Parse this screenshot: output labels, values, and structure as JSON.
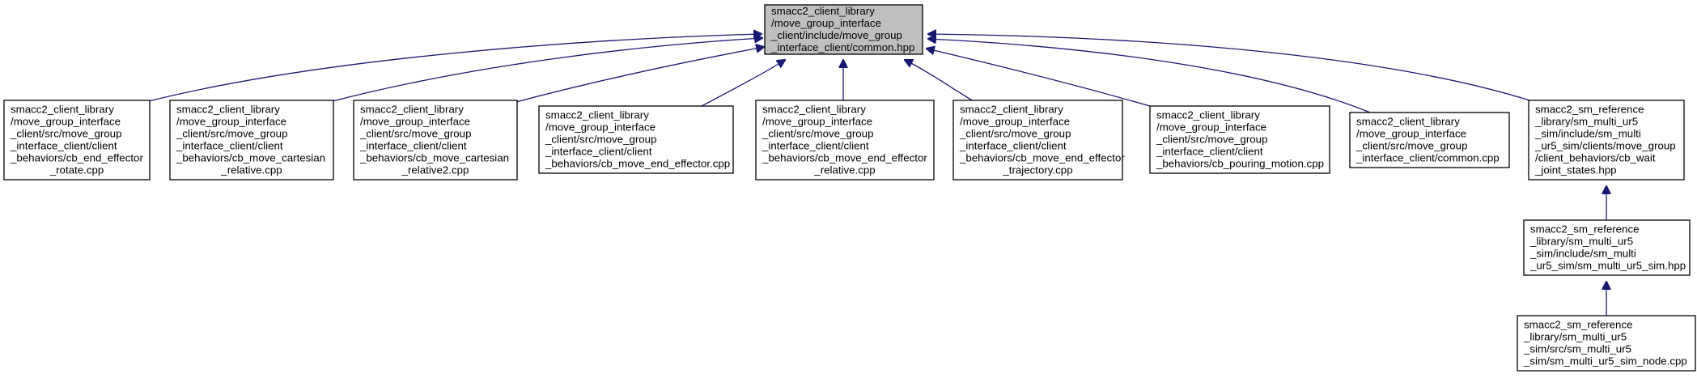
{
  "graph": {
    "root": {
      "id": "root",
      "lines": [
        "smacc2_client_library",
        "/move_group_interface",
        "_client/include/move_group",
        "_interface_client/common.hpp"
      ],
      "fill": "#bfbfbf"
    },
    "nodes": [
      {
        "id": "n1",
        "lines": [
          "smacc2_client_library",
          "/move_group_interface",
          "_client/src/move_group",
          "_interface_client/client",
          "_behaviors/cb_end_effector",
          "_rotate.cpp"
        ]
      },
      {
        "id": "n2",
        "lines": [
          "smacc2_client_library",
          "/move_group_interface",
          "_client/src/move_group",
          "_interface_client/client",
          "_behaviors/cb_move_cartesian",
          "_relative.cpp"
        ]
      },
      {
        "id": "n3",
        "lines": [
          "smacc2_client_library",
          "/move_group_interface",
          "_client/src/move_group",
          "_interface_client/client",
          "_behaviors/cb_move_cartesian",
          "_relative2.cpp"
        ]
      },
      {
        "id": "n4",
        "lines": [
          "smacc2_client_library",
          "/move_group_interface",
          "_client/src/move_group",
          "_interface_client/client",
          "_behaviors/cb_move_end_effector.cpp"
        ]
      },
      {
        "id": "n5",
        "lines": [
          "smacc2_client_library",
          "/move_group_interface",
          "_client/src/move_group",
          "_interface_client/client",
          "_behaviors/cb_move_end_effector",
          "_relative.cpp"
        ]
      },
      {
        "id": "n6",
        "lines": [
          "smacc2_client_library",
          "/move_group_interface",
          "_client/src/move_group",
          "_interface_client/client",
          "_behaviors/cb_move_end_effector",
          "_trajectory.cpp"
        ]
      },
      {
        "id": "n7",
        "lines": [
          "smacc2_client_library",
          "/move_group_interface",
          "_client/src/move_group",
          "_interface_client/client",
          "_behaviors/cb_pouring_motion.cpp"
        ]
      },
      {
        "id": "n8",
        "lines": [
          "smacc2_client_library",
          "/move_group_interface",
          "_client/src/move_group",
          "_interface_client/common.cpp"
        ]
      },
      {
        "id": "n9",
        "lines": [
          "smacc2_sm_reference",
          "_library/sm_multi_ur5",
          "_sim/include/sm_multi",
          "_ur5_sim/clients/move_group",
          "/client_behaviors/cb_wait",
          "_joint_states.hpp"
        ]
      },
      {
        "id": "n10",
        "lines": [
          "smacc2_sm_reference",
          "_library/sm_multi_ur5",
          "_sim/include/sm_multi",
          "_ur5_sim/sm_multi_ur5_sim.hpp"
        ]
      },
      {
        "id": "n11",
        "lines": [
          "smacc2_sm_reference",
          "_library/sm_multi_ur5",
          "_sim/src/sm_multi_ur5",
          "_sim/sm_multi_ur5_sim_node.cpp"
        ]
      }
    ],
    "edges": [
      {
        "from": "n1",
        "to": "root"
      },
      {
        "from": "n2",
        "to": "root"
      },
      {
        "from": "n3",
        "to": "root"
      },
      {
        "from": "n4",
        "to": "root"
      },
      {
        "from": "n5",
        "to": "root"
      },
      {
        "from": "n6",
        "to": "root"
      },
      {
        "from": "n7",
        "to": "root"
      },
      {
        "from": "n8",
        "to": "root"
      },
      {
        "from": "n9",
        "to": "root"
      },
      {
        "from": "n10",
        "to": "n9"
      },
      {
        "from": "n11",
        "to": "n10"
      }
    ],
    "colors": {
      "edge": "#191970",
      "node_border": "#000000",
      "node_fill": "#ffffff"
    }
  }
}
